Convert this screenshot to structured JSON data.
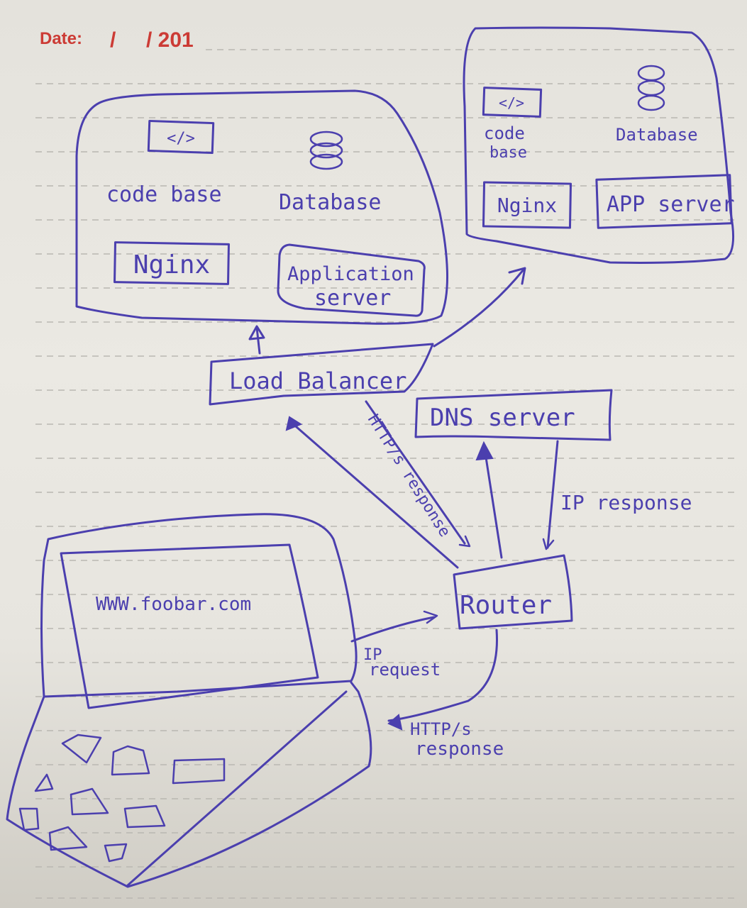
{
  "header": {
    "date_label": "Date:",
    "slash": "/",
    "year_prefix": "/ 201"
  },
  "server1": {
    "codebase_icon": "</>",
    "codebase_label": "code base",
    "database_label": "Database",
    "nginx_label": "Nginx",
    "app_line1": "Application",
    "app_line2": "server"
  },
  "server2": {
    "codebase_icon": "</>",
    "codebase_line1": "code",
    "codebase_line2": "base",
    "database_label": "Database",
    "nginx_label": "Nginx",
    "app_label": "APP server"
  },
  "load_balancer": "Load Balancer",
  "dns_server": "DNS server",
  "router": "Router",
  "ip_response": "IP response",
  "https_response_diag": "HTTP/s response",
  "ip_request_line1": "IP",
  "ip_request_line2": "request",
  "https_response_line1": "HTTP/s",
  "https_response_line2": "response",
  "laptop_screen_text": "WWW.foobar.com",
  "icons": [
    "code-icon",
    "database-icon",
    "arrow-icon"
  ],
  "ink_color": "#4b3fae",
  "header_color": "#cc3b35"
}
